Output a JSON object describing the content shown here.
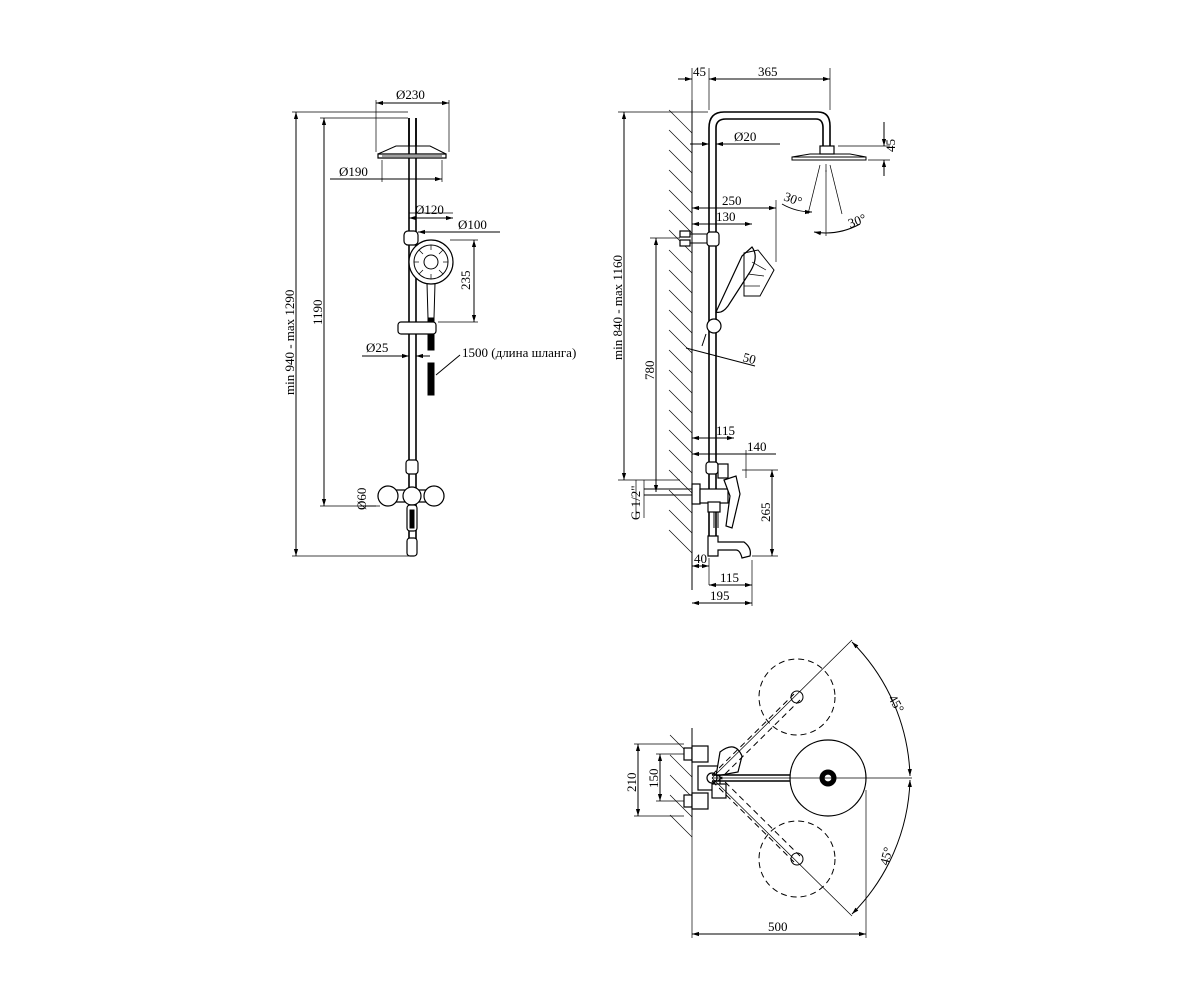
{
  "front_view": {
    "head_diameter": "Ø230",
    "head_inner_diameter": "Ø190",
    "handshower_outer": "Ø120",
    "handshower_inner": "Ø100",
    "handshower_holder_height": "235",
    "rod_diameter": "Ø25",
    "hose_length": "1500 (длина шланга)",
    "escutcheon_diameter": "Ø60",
    "total_height": "min 940 - max 1290",
    "rail_height": "1190"
  },
  "side_view": {
    "wall_offset": "45",
    "arm_length": "365",
    "pipe_diameter": "Ø20",
    "head_thickness": "45",
    "spray_angle_1": "30°",
    "spray_angle_2": "30°",
    "handshower_reach": "250",
    "holder_depth": "130",
    "rail_adjust_height": "min 840 - max 1160",
    "holder_height": "780",
    "handshower_angle_dim": "50",
    "mixer_depth": "115",
    "mixer_lever_reach": "140",
    "connection_thread": "G 1/2\"",
    "spout_drop": "265",
    "spout_base": "40",
    "spout_length": "115",
    "total_depth": "195"
  },
  "top_view": {
    "rotation_angle_1": "45°",
    "rotation_angle_2": "45°",
    "connection_spacing_outer": "210",
    "connection_spacing_inner": "150",
    "arm_reach": "500"
  }
}
